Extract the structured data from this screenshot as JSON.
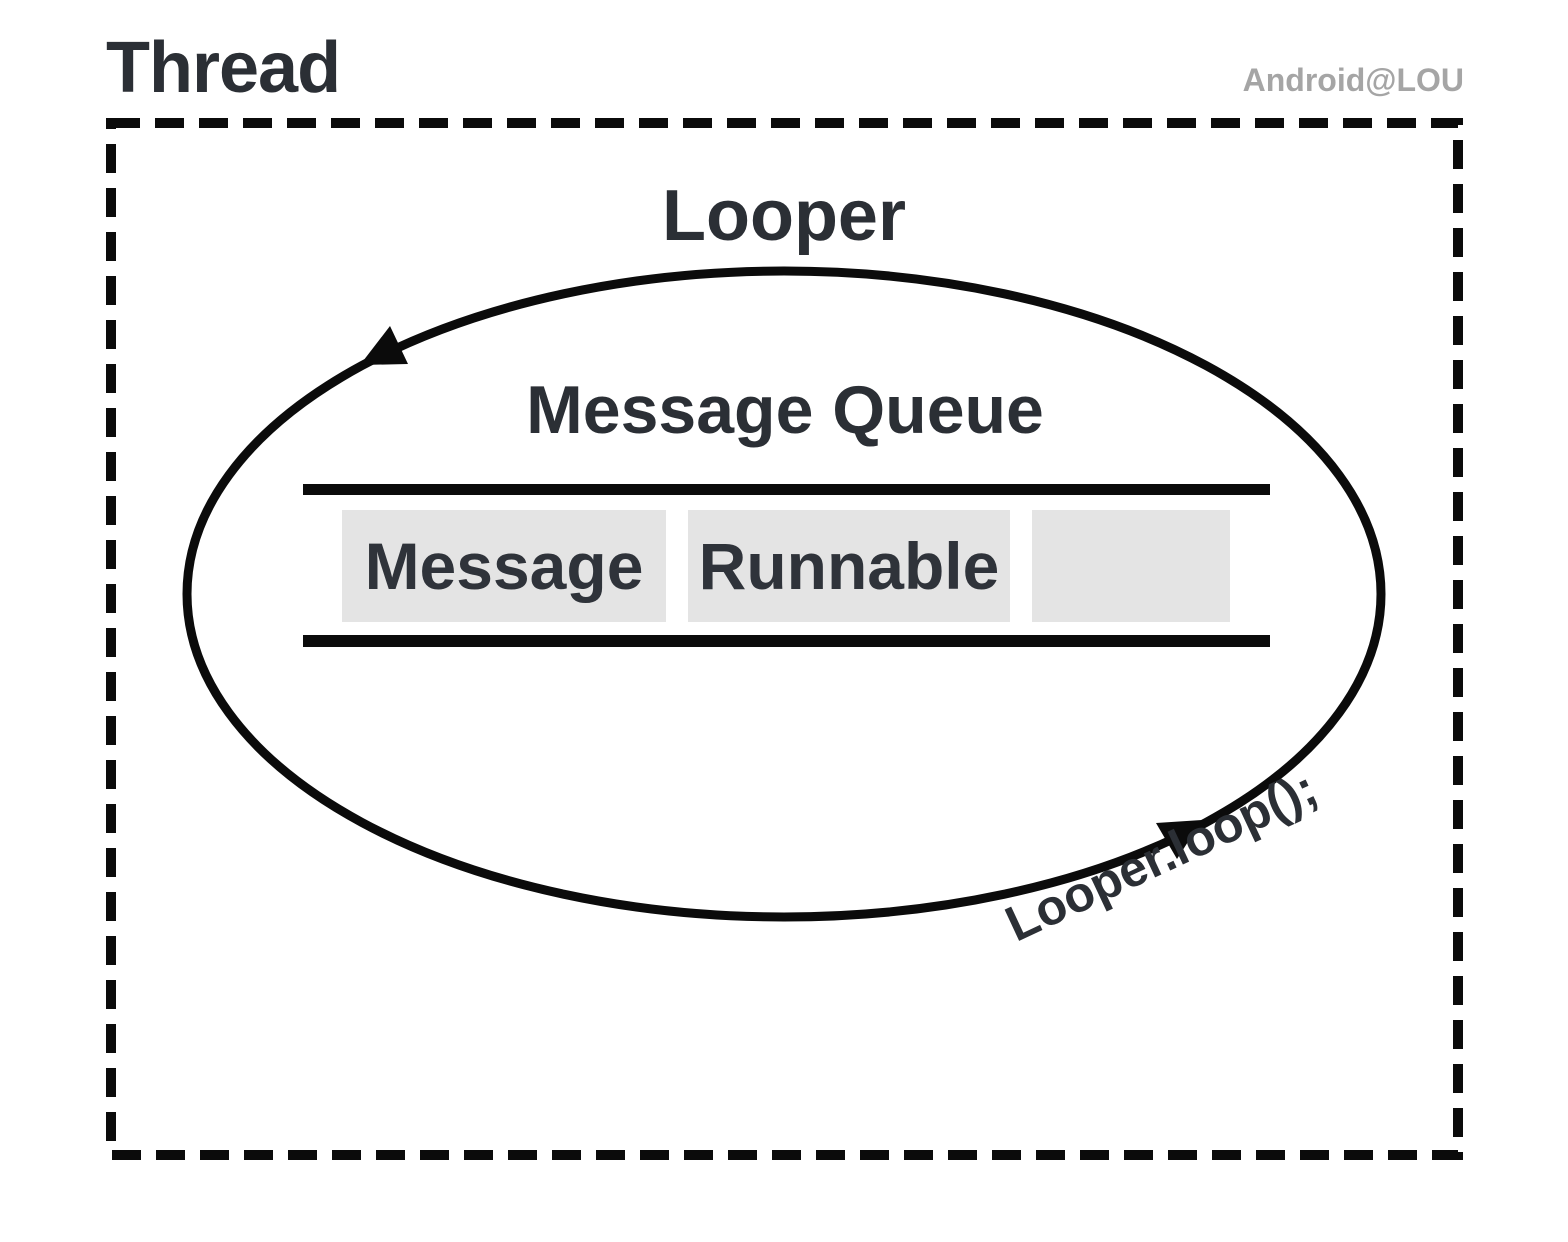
{
  "header": {
    "title": "Thread",
    "watermark": "Android@LOU"
  },
  "diagram": {
    "looper_label": "Looper",
    "queue_title": "Message Queue",
    "queue_items": [
      {
        "label": "Message"
      },
      {
        "label": "Runnable"
      },
      {
        "label": ""
      }
    ],
    "loop_call": "Looper.loop();",
    "flow_direction": "counterclockwise"
  },
  "colors": {
    "text_dark": "#2b2f35",
    "watermark_gray": "#a5a5a5",
    "queue_box_fill": "#e4e4e4",
    "ink_black": "#0b0b0b",
    "background": "#ffffff"
  }
}
